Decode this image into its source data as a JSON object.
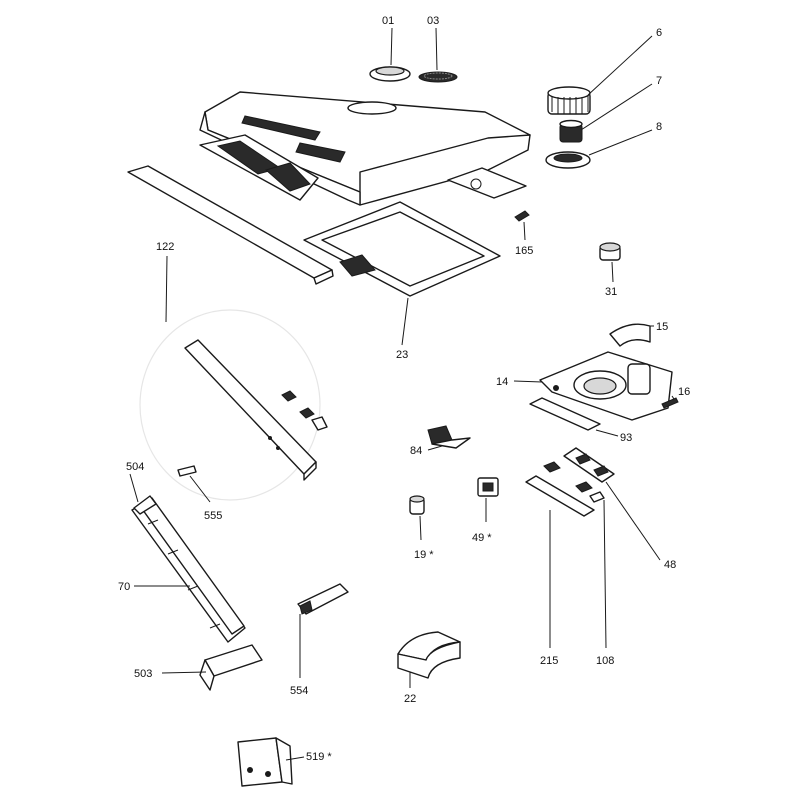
{
  "labels": {
    "p01": "01",
    "p03": "03",
    "p6": "6",
    "p7": "7",
    "p8": "8",
    "p165": "165",
    "p31": "31",
    "p122": "122",
    "p23": "23",
    "p15": "15",
    "p14": "14",
    "p16": "16",
    "p93": "93",
    "p84": "84",
    "p504": "504",
    "p555": "555",
    "p70": "70",
    "p503": "503",
    "p19": "19 *",
    "p49": "49 *",
    "p48": "48",
    "p215": "215",
    "p108": "108",
    "p554": "554",
    "p22": "22",
    "p519": "519 *"
  },
  "colors": {
    "ink": "#1a1a1a",
    "paper": "#ffffff",
    "shade": "#d8d8d8"
  }
}
